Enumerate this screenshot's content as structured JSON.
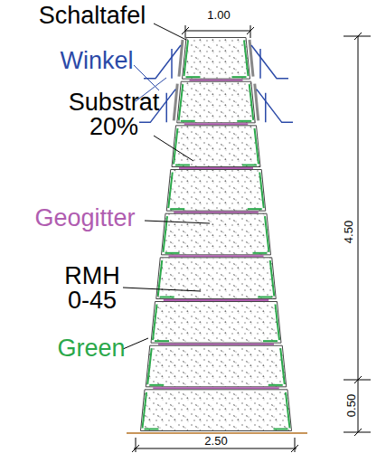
{
  "diagram": {
    "labels": [
      "Schaltafel",
      "1.00",
      "Winkel",
      "Substrat 20%",
      "Geogitter",
      "RMH 0-45",
      "Green",
      "4.50",
      "0.50",
      "2.50"
    ]
  }
}
